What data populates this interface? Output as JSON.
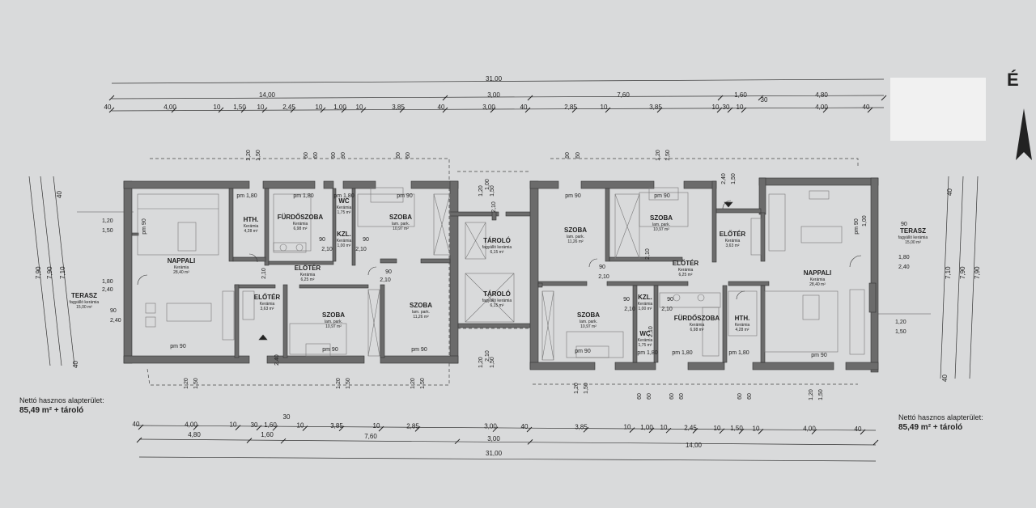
{
  "north_label": "É",
  "net_area": {
    "label": "Nettó hasznos alapterület:",
    "value": "85,49 m² + tároló"
  },
  "top_dims": {
    "row1": [
      "31,00"
    ],
    "row2": [
      "14,00",
      "3,00",
      "7,60",
      "1,60",
      "4,80"
    ],
    "row3": [
      "40",
      "4,00",
      "10",
      "1,50",
      "10",
      "2,45",
      "10",
      "1,00",
      "10",
      "3,85",
      "40",
      "3,00",
      "40",
      "2,85",
      "10",
      "3,85",
      "10",
      "30",
      "10",
      "4,00",
      "40"
    ],
    "extra": [
      "30"
    ]
  },
  "bottom_dims": {
    "row1": [
      "40",
      "4,00",
      "10",
      "30",
      "1,60",
      "10",
      "3,85",
      "10",
      "2,85",
      "3,00",
      "40",
      "3,85",
      "10",
      "1,00",
      "10",
      "2,45",
      "10",
      "1,50",
      "10",
      "4,00",
      "40"
    ],
    "row2": [
      "4,80",
      "1,60",
      "7,60",
      "3,00",
      "14,00"
    ],
    "row3": [
      "31,00"
    ],
    "extra": [
      "30"
    ]
  },
  "left_dims": {
    "v": [
      "7,90",
      "7,90",
      "7,10",
      "40",
      "40"
    ],
    "h": [
      "1,20",
      "1,50",
      "1,80",
      "2,40",
      "90",
      "2,40"
    ]
  },
  "right_dims": {
    "v": [
      "7,10",
      "7,90",
      "7,90",
      "40",
      "40"
    ],
    "h": [
      "90",
      "1,00",
      "1,80",
      "2,40",
      "1,20",
      "1,50"
    ]
  },
  "opening_top": [
    "1,20",
    "1,50",
    "60",
    "60",
    "90",
    "90",
    "60",
    "60",
    "90",
    "60",
    "1,20",
    "1,50",
    "1,20",
    "1,50",
    "1,50",
    "2,40",
    "1,00",
    "2,10"
  ],
  "opening_bottom": [
    "1,20",
    "1,50",
    "1,20",
    "1,50",
    "1,20",
    "1,50",
    "1,20",
    "1,50",
    "1,20",
    "1,50",
    "60",
    "60",
    "60",
    "60",
    "60",
    "60",
    "1,20",
    "1,50",
    "2,10"
  ],
  "misc": {
    "pm90": "pm 90",
    "pm180": "pm 1,80",
    "d90": "90",
    "d210": "2,10",
    "d240": "2,40"
  },
  "units": {
    "left": {
      "rooms": [
        {
          "name": "NAPPALI",
          "sub": "Kerámia",
          "area": "28,40 m²"
        },
        {
          "name": "HTH.",
          "sub": "Kerámia",
          "area": "4,28 m²"
        },
        {
          "name": "FÜRDŐSZOBA",
          "sub": "Kerámia",
          "area": "6,98 m²"
        },
        {
          "name": "WC",
          "sub": "Kerámia",
          "area": "1,75 m²"
        },
        {
          "name": "KZL.",
          "sub": "Kerámia",
          "area": "1,00 m²"
        },
        {
          "name": "SZOBA",
          "sub": "lam. park.",
          "area": "10,97 m²"
        },
        {
          "name": "ELŐTÉR",
          "sub": "Kerámia",
          "area": "6,25 m²"
        },
        {
          "name": "ELŐTÉR",
          "sub": "Kerámia",
          "area": "3,63 m²"
        },
        {
          "name": "SZOBA",
          "sub": "lam. park.",
          "area": "10,97 m²"
        },
        {
          "name": "SZOBA",
          "sub": "lam. park.",
          "area": "11,26 m²"
        },
        {
          "name": "TERASZ",
          "sub": "fagyálló kerámia",
          "area": "15,00 m²"
        }
      ]
    },
    "center": {
      "rooms": [
        {
          "name": "TÁROLÓ",
          "sub": "fagyálló kerámia",
          "area": "6,15 m²"
        },
        {
          "name": "TÁROLÓ",
          "sub": "fagyálló kerámia",
          "area": "6,15 m²"
        }
      ]
    },
    "right": {
      "rooms": [
        {
          "name": "SZOBA",
          "sub": "lam. park.",
          "area": "11,26 m²"
        },
        {
          "name": "SZOBA",
          "sub": "lam. park.",
          "area": "10,97 m²"
        },
        {
          "name": "ELŐTÉR",
          "sub": "Kerámia",
          "area": "3,63 m²"
        },
        {
          "name": "ELŐTÉR",
          "sub": "Kerámia",
          "area": "6,25 m²"
        },
        {
          "name": "NAPPALI",
          "sub": "Kerámia",
          "area": "28,40 m²"
        },
        {
          "name": "SZOBA",
          "sub": "lam. park.",
          "area": "10,97 m²"
        },
        {
          "name": "KZL.",
          "sub": "Kerámia",
          "area": "1,00 m²"
        },
        {
          "name": "WC",
          "sub": "Kerámia",
          "area": "1,75 m²"
        },
        {
          "name": "FÜRDŐSZOBA",
          "sub": "Kerámia",
          "area": "6,98 m²"
        },
        {
          "name": "HTH.",
          "sub": "Kerámia",
          "area": "4,28 m²"
        },
        {
          "name": "TERASZ",
          "sub": "fagyálló kerámia",
          "area": "15,00 m²"
        }
      ]
    }
  }
}
